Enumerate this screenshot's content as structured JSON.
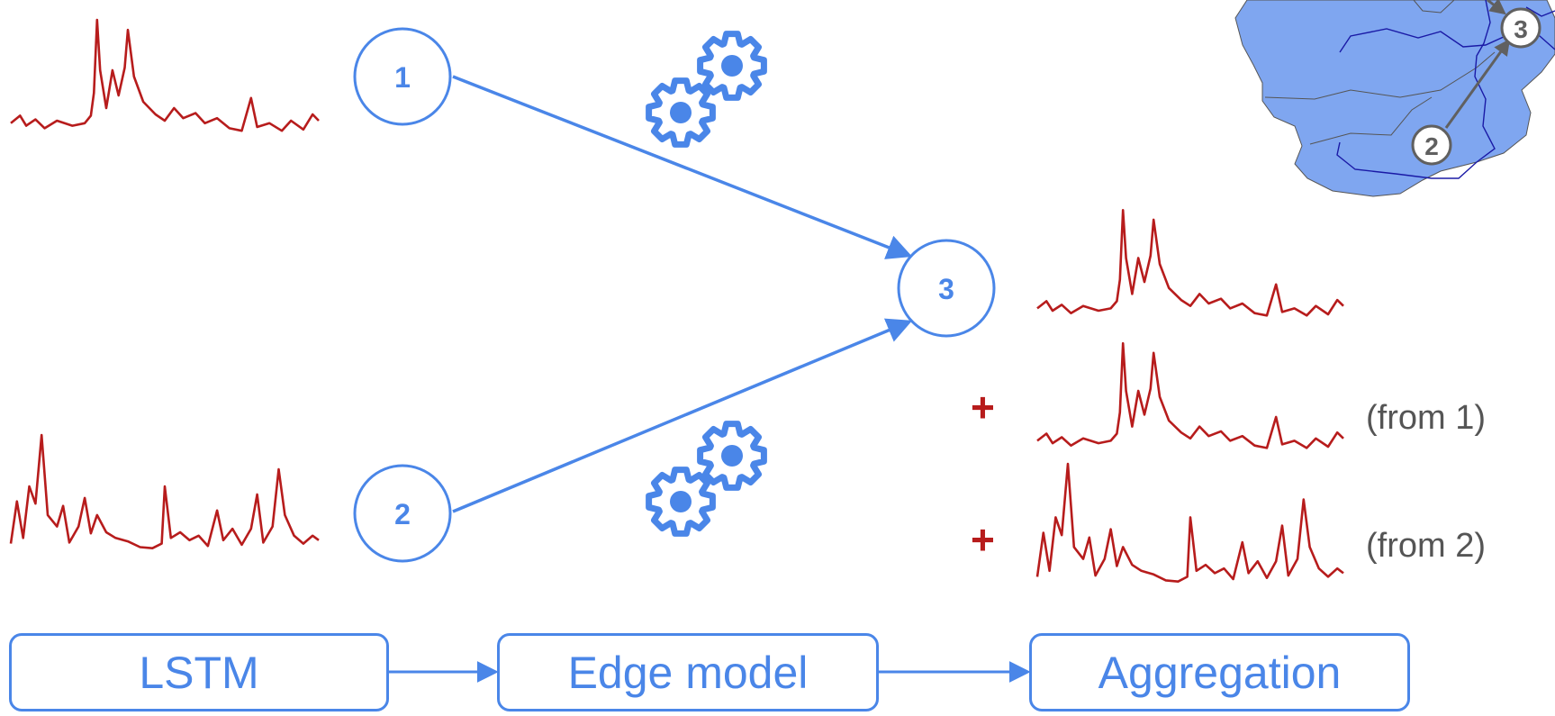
{
  "colors": {
    "node": "#4a86e8",
    "signal": "#b71c1c",
    "basin_fill": "#7fa6f0",
    "basin_river": "#1a1aa6",
    "map_marker": "#606060",
    "muted_text": "#555555"
  },
  "nodes": [
    {
      "id": "1",
      "label": "1"
    },
    {
      "id": "2",
      "label": "2"
    },
    {
      "id": "3",
      "label": "3"
    }
  ],
  "map": {
    "markers": [
      {
        "label": "2"
      },
      {
        "label": "3"
      }
    ]
  },
  "aggregation": {
    "plus_sign": "+",
    "contributions": [
      {
        "label": "(from 1)"
      },
      {
        "label": "(from 2)"
      }
    ]
  },
  "pipeline": {
    "stages": [
      {
        "label": "LSTM"
      },
      {
        "label": "Edge model"
      },
      {
        "label": "Aggregation"
      }
    ]
  },
  "icons": [
    "gear-icon",
    "gear-icon",
    "gear-icon",
    "gear-icon"
  ]
}
